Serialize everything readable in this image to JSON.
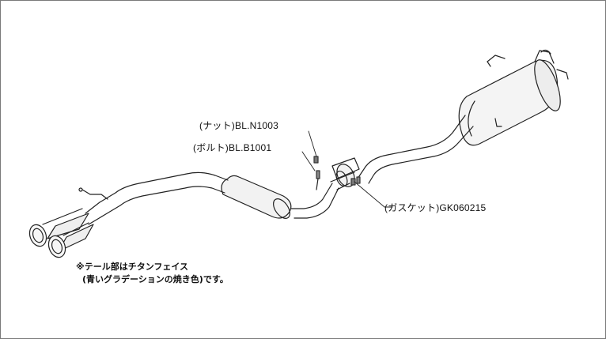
{
  "callouts": {
    "nut": "(ナット)BL.N1003",
    "bolt": "(ボルト)BL.B1001",
    "gasket": "(ガスケット)GK060215"
  },
  "note": {
    "line1": "※テール部はチタンフェイス",
    "line2": "(青いグラデーションの焼き色)です。"
  }
}
